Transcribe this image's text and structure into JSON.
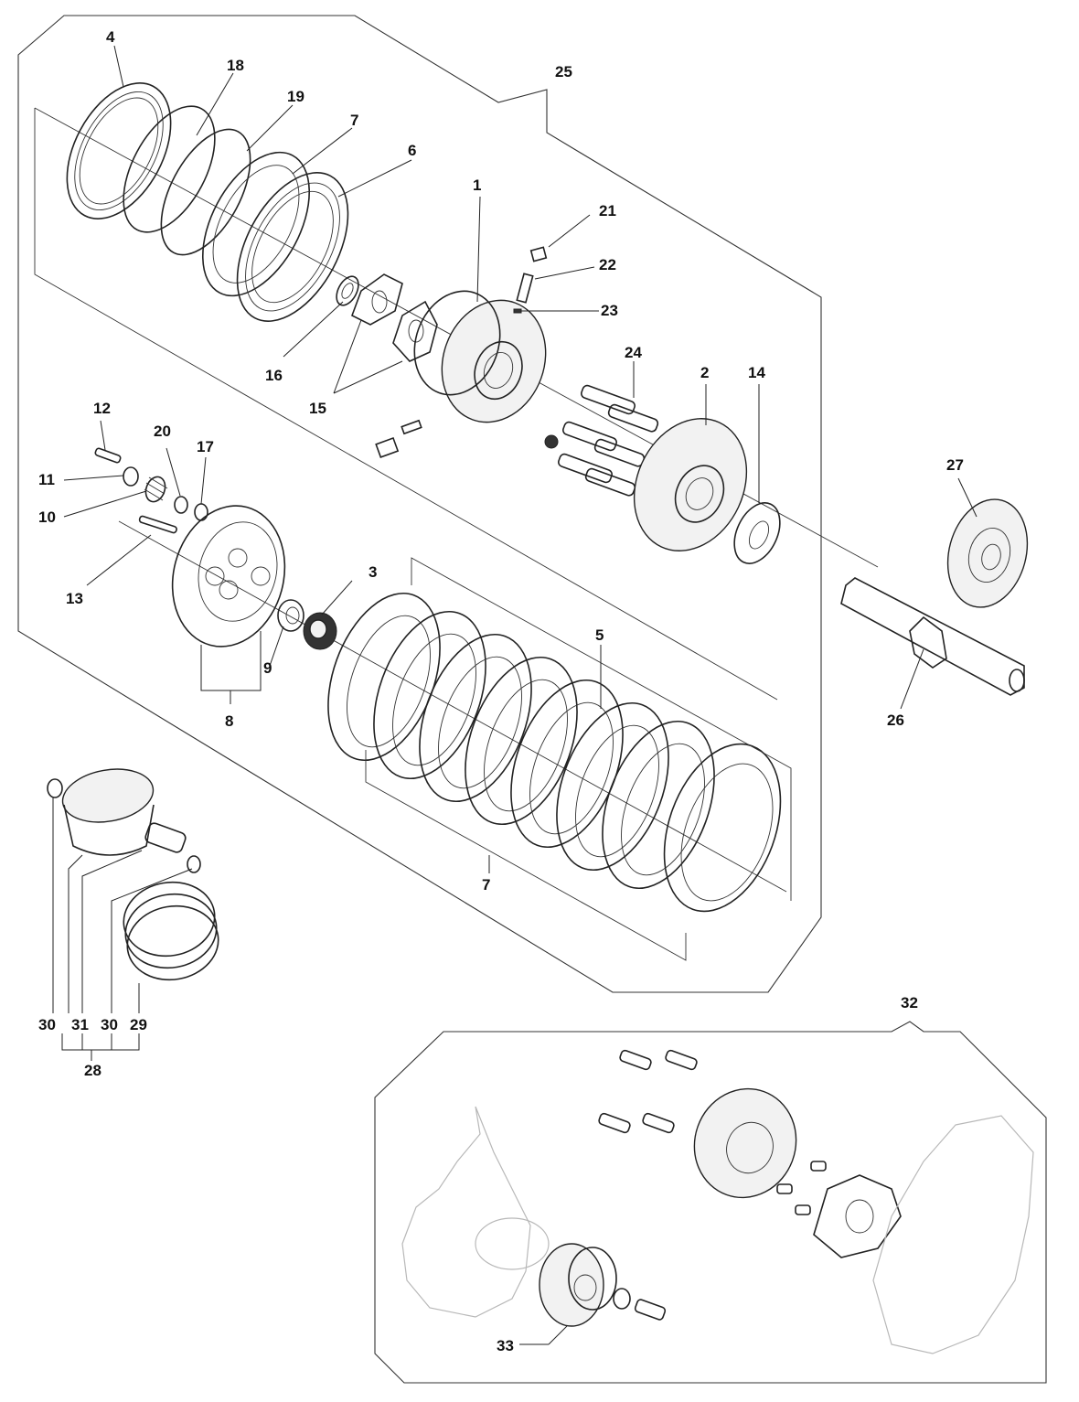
{
  "callouts": {
    "c1": "1",
    "c2": "2",
    "c3": "3",
    "c4": "4",
    "c5": "5",
    "c6": "6",
    "c7a": "7",
    "c7b": "7",
    "c8": "8",
    "c9": "9",
    "c10": "10",
    "c11": "11",
    "c12": "12",
    "c13": "13",
    "c14": "14",
    "c15": "15",
    "c16": "16",
    "c17": "17",
    "c18": "18",
    "c19": "19",
    "c20": "20",
    "c21": "21",
    "c22": "22",
    "c23": "23",
    "c24": "24",
    "c25": "25",
    "c26": "26",
    "c27": "27",
    "c28": "28",
    "c29": "29",
    "c30a": "30",
    "c30b": "30",
    "c31": "31",
    "c32": "32",
    "c33": "33"
  },
  "colors": {
    "line": "#222222",
    "ghost": "#b8b8b8",
    "background": "#ffffff"
  }
}
